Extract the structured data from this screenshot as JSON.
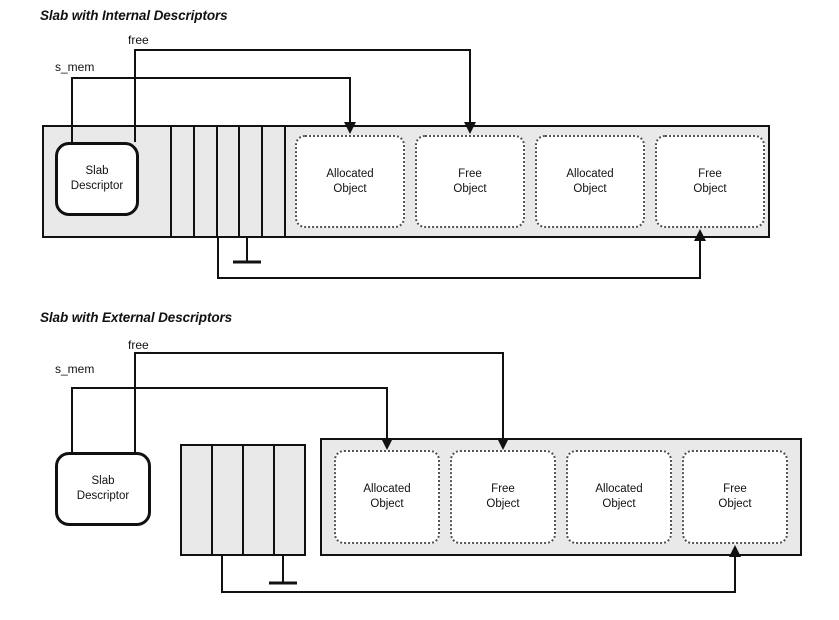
{
  "colors": {
    "slab_fill": "#e9e9e9",
    "line": "#111111",
    "object_fill": "#ffffff"
  },
  "diagrams": [
    {
      "title": "Slab with Internal Descriptors",
      "labels": {
        "free": "free",
        "s_mem": "s_mem"
      },
      "descriptor": {
        "line1": "Slab",
        "line2": "Descriptor"
      },
      "objects": [
        {
          "line1": "Allocated",
          "line2": "Object"
        },
        {
          "line1": "Free",
          "line2": "Object"
        },
        {
          "line1": "Allocated",
          "line2": "Object"
        },
        {
          "line1": "Free",
          "line2": "Object"
        }
      ]
    },
    {
      "title": "Slab with External Descriptors",
      "labels": {
        "free": "free",
        "s_mem": "s_mem"
      },
      "descriptor": {
        "line1": "Slab",
        "line2": "Descriptor"
      },
      "objects": [
        {
          "line1": "Allocated",
          "line2": "Object"
        },
        {
          "line1": "Free",
          "line2": "Object"
        },
        {
          "line1": "Allocated",
          "line2": "Object"
        },
        {
          "line1": "Free",
          "line2": "Object"
        }
      ]
    }
  ]
}
